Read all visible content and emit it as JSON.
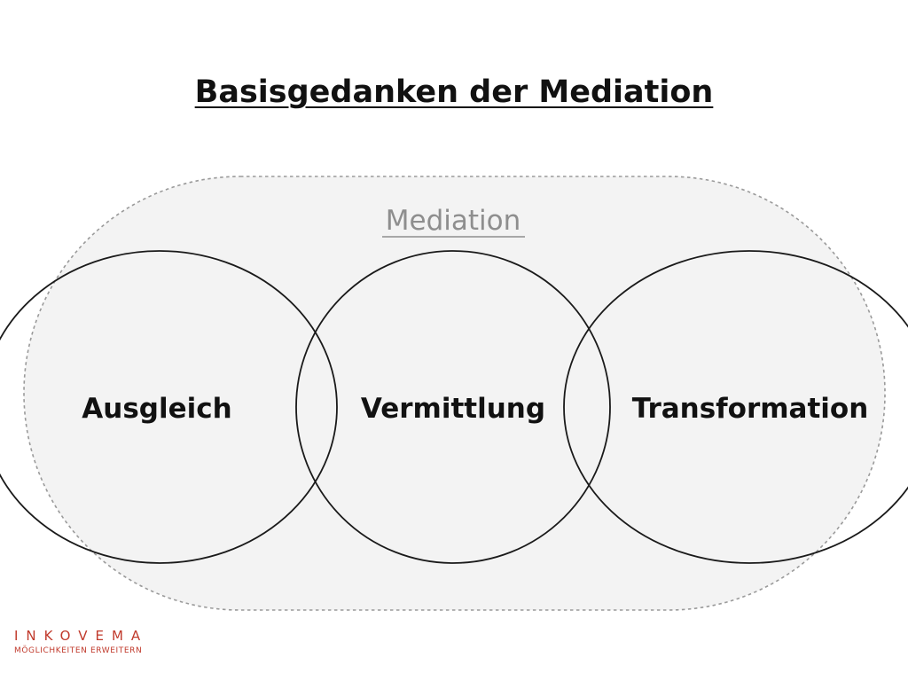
{
  "slide": {
    "title": "Basisgedanken der Mediation"
  },
  "diagram": {
    "container_label": "Mediation",
    "circles": [
      {
        "id": "ausgleich",
        "label": "Ausgleich"
      },
      {
        "id": "vermittlung",
        "label": "Vermittlung"
      },
      {
        "id": "transformation",
        "label": "Transformation"
      }
    ],
    "colors": {
      "container_fill": "#f3f3f3",
      "container_border": "#9a9a9a",
      "container_label": "#8e8e8e",
      "circle_stroke": "#1a1a1a",
      "circle_label": "#111111"
    }
  },
  "logo": {
    "name": "INKOVEMA",
    "tagline": "MÖGLICHKEITEN ERWEITERN",
    "color": "#c0392b"
  }
}
